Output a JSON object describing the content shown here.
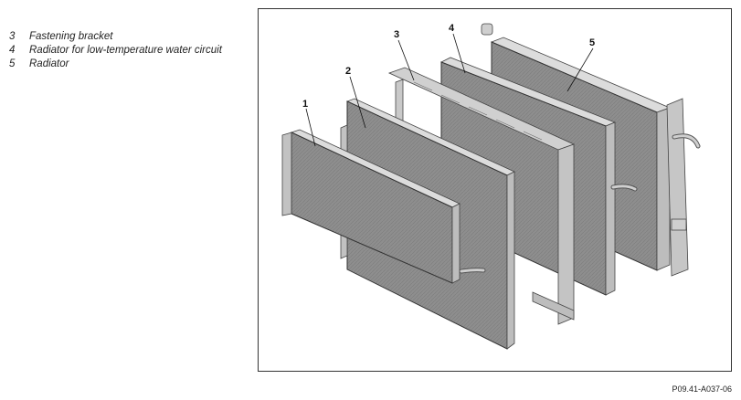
{
  "legend": {
    "items": [
      {
        "num": "3",
        "text": "Fastening bracket"
      },
      {
        "num": "4",
        "text": "Radiator for low-temperature water circuit"
      },
      {
        "num": "5",
        "text": "Radiator"
      }
    ]
  },
  "figure": {
    "callouts": [
      "1",
      "2",
      "3",
      "4",
      "5"
    ],
    "reference": "P09.41-A037-06"
  }
}
